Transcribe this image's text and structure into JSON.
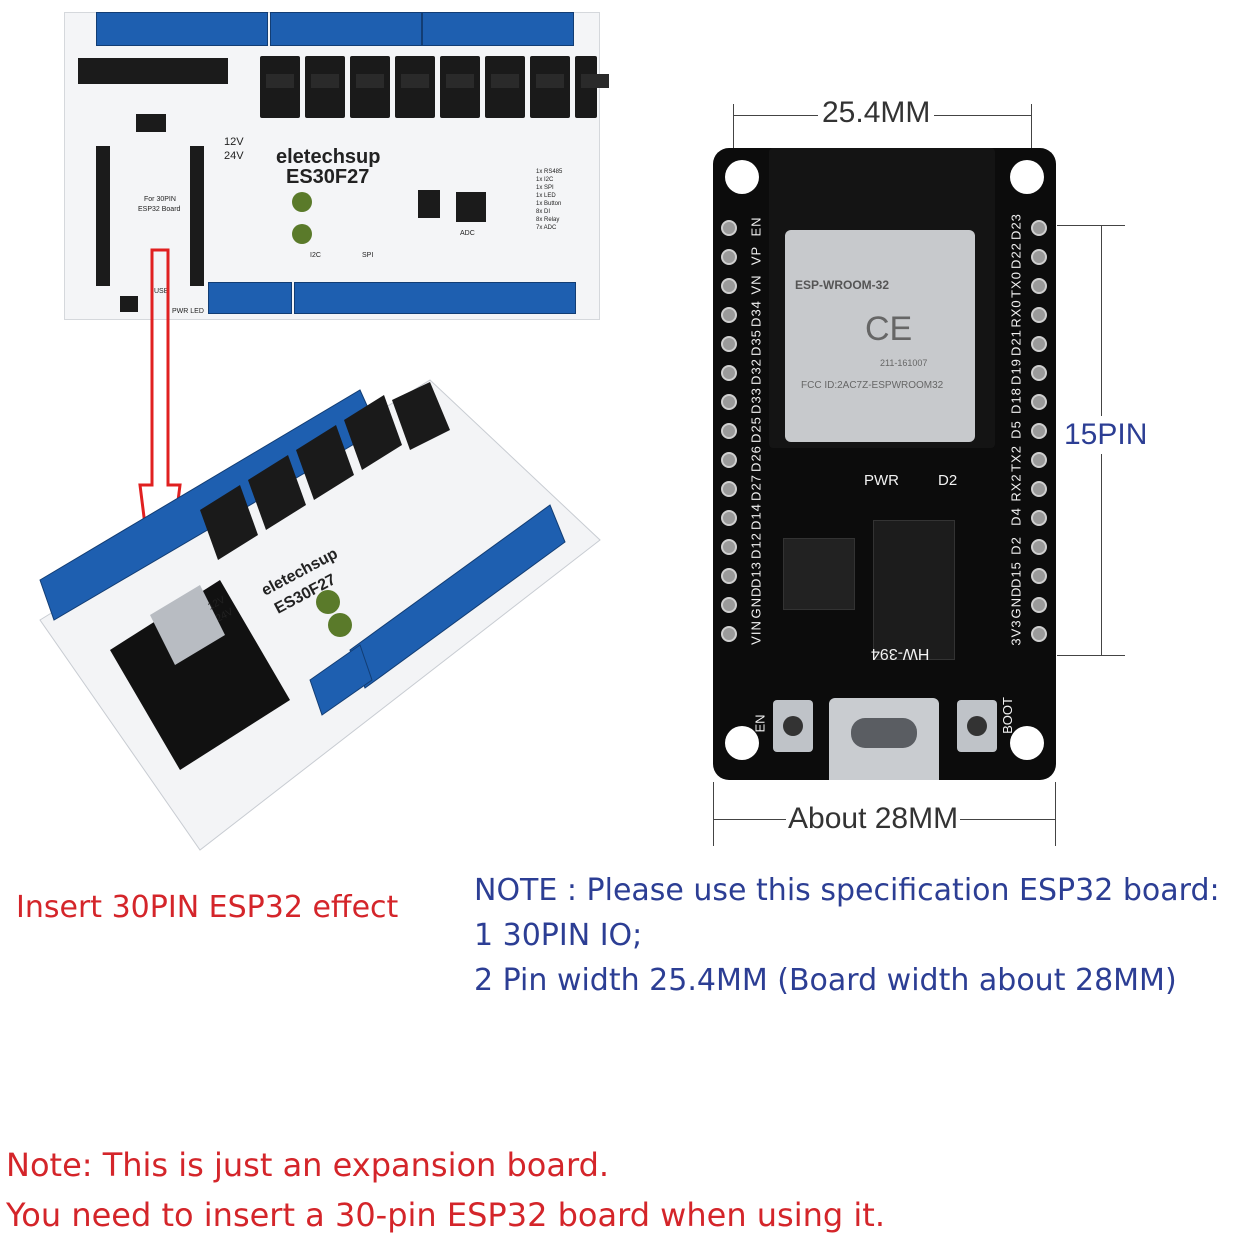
{
  "board_photo_top": {
    "brand": "eletechsup",
    "model": "ES30F27",
    "voltage_12": "12V",
    "voltage_24": "24V",
    "esp_label_1": "For 30PIN",
    "esp_label_2": "ESP32 Board",
    "i2c": "I2C",
    "spi": "SPI",
    "adc": "ADC",
    "usb": "USB",
    "pwr_led": "PWR LED",
    "features": [
      "1x RS485",
      "1x I2C",
      "1x SPI",
      "1x LED",
      "1x Button",
      "8x DI",
      "8x Relay",
      "7x ADC"
    ]
  },
  "board_photo_perspective": {
    "brand": "eletechsup",
    "model": "ES30F27",
    "voltage_12": "12V",
    "voltage_24": "24V"
  },
  "esp32_board": {
    "width_dimension": "25.4MM",
    "board_width": "About 28MM",
    "pin_count": "15PIN",
    "module": "ESP-WROOM-32",
    "fcc_id": "FCC ID:2AC7Z-ESPWROOM32",
    "cert_number": "211-161007",
    "model": "HW-394",
    "pwr_label": "PWR",
    "d2_label": "D2",
    "en_label": "EN",
    "boot_label": "BOOT",
    "left_pins": [
      "VIN",
      "GND",
      "D13",
      "D12",
      "D14",
      "D27",
      "D26",
      "D25",
      "D33",
      "D32",
      "D35",
      "D34",
      "VN",
      "VP",
      "EN"
    ],
    "right_pins": [
      "3V3",
      "GND",
      "D15",
      "D2",
      "D4",
      "RX2",
      "TX2",
      "D5",
      "D18",
      "D19",
      "D21",
      "RX0",
      "TX0",
      "D22",
      "D23"
    ]
  },
  "captions": {
    "insert_effect": "Insert 30PIN ESP32 effect",
    "note_line1": "NOTE : Please use this specification ESP32 board:",
    "note_line2": "1 30PIN IO;",
    "note_line3": "2 Pin width 25.4MM (Board width about 28MM)",
    "bottom_line1": "Note: This is just an expansion board.",
    "bottom_line2": "You need to insert a 30-pin ESP32 board when using it."
  },
  "colors": {
    "caption_red": "#d4252a",
    "caption_blue": "#2c3e94",
    "terminal_blue": "#1e5fb0",
    "arrow_red": "#e02020"
  }
}
